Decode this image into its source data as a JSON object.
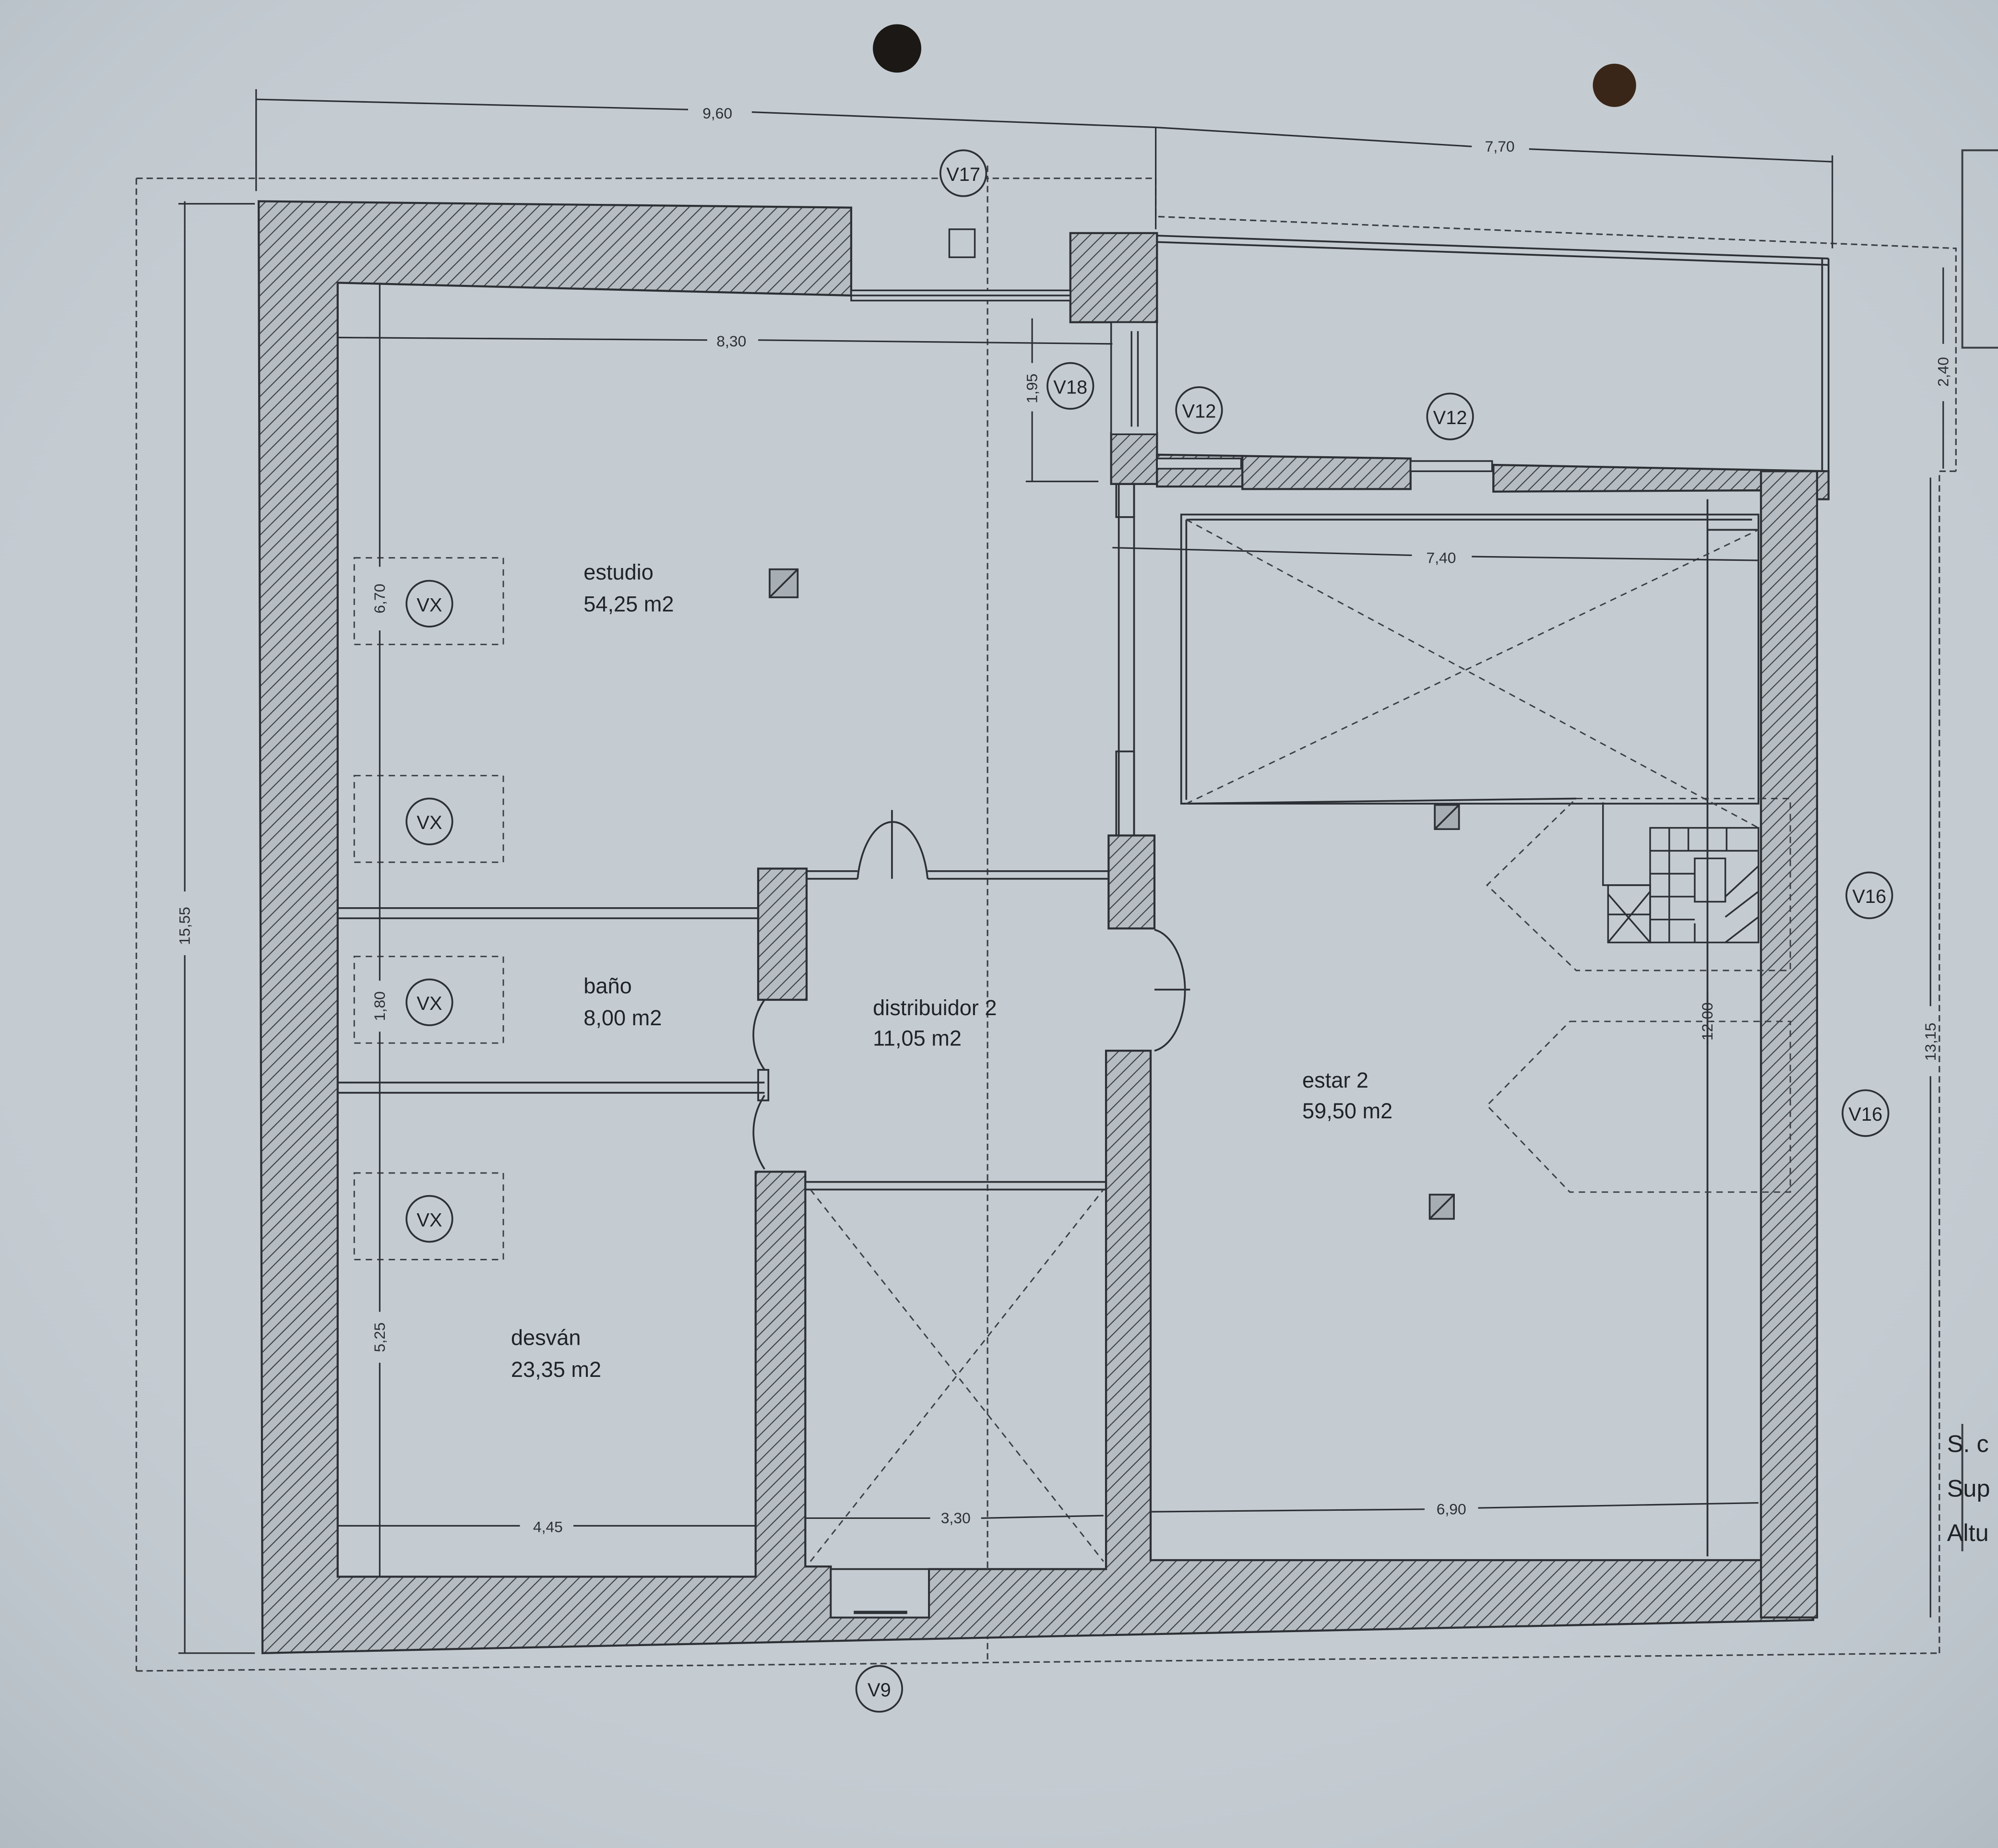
{
  "dimensions": {
    "overall_width": "9,60",
    "right_block_width": "7,70",
    "estudio_width": "8,30",
    "estudio_depth": "6,70",
    "v18_depth": "1,95",
    "estar_inner_width": "7,40",
    "bano_depth": "1,80",
    "desvan_depth": "5,25",
    "desvan_width": "4,45",
    "stair_void_width": "3,30",
    "estar_width": "6,90",
    "estar_depth": "12,00",
    "overall_depth": "15,55",
    "right_depth": "13,15",
    "top_right_depth": "2,40"
  },
  "rooms": {
    "estudio": {
      "name": "estudio",
      "area": "54,25 m2"
    },
    "bano": {
      "name": "baño",
      "area": "8,00 m2"
    },
    "distribuidor": {
      "name": "distribuidor 2",
      "area": "11,05 m2"
    },
    "estar": {
      "name": "estar 2",
      "area": "59,50 m2"
    },
    "desvan": {
      "name": "desván",
      "area": "23,35 m2"
    }
  },
  "window_tags": {
    "v17": "V17",
    "v18": "V18",
    "v12": "V12",
    "v16": "V16",
    "v9": "V9",
    "vx": "VX"
  },
  "side_legend": {
    "line1": "S. c",
    "line2": "Sup",
    "line3": "Altu"
  },
  "colors": {
    "paper": "#c3cbd1",
    "ink": "#2d3035",
    "wall_fill": "#b5bcc1",
    "hole": "#1c1916",
    "hole2": "#3a2618"
  }
}
